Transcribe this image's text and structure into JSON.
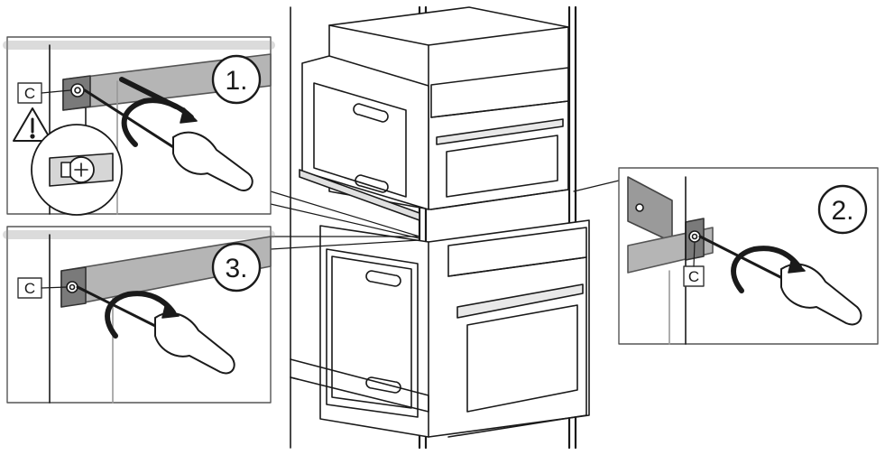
{
  "steps": {
    "step1": {
      "label": "1."
    },
    "step2": {
      "label": "2."
    },
    "step3": {
      "label": "3."
    }
  },
  "callouts": {
    "step1_screw": "C",
    "step2_screw": "C",
    "step3_screw": "C"
  },
  "icons": {
    "warning": "warning-triangle-icon",
    "rotate": "clockwise-arrow-icon",
    "tool": "screwdriver-icon",
    "fastener": "screw-icon"
  },
  "colors": {
    "line": "#1a1a1a",
    "panel_border": "#555555",
    "rail": "#9a9a9a",
    "rail_dark": "#5a5a5a",
    "background": "#ffffff"
  }
}
